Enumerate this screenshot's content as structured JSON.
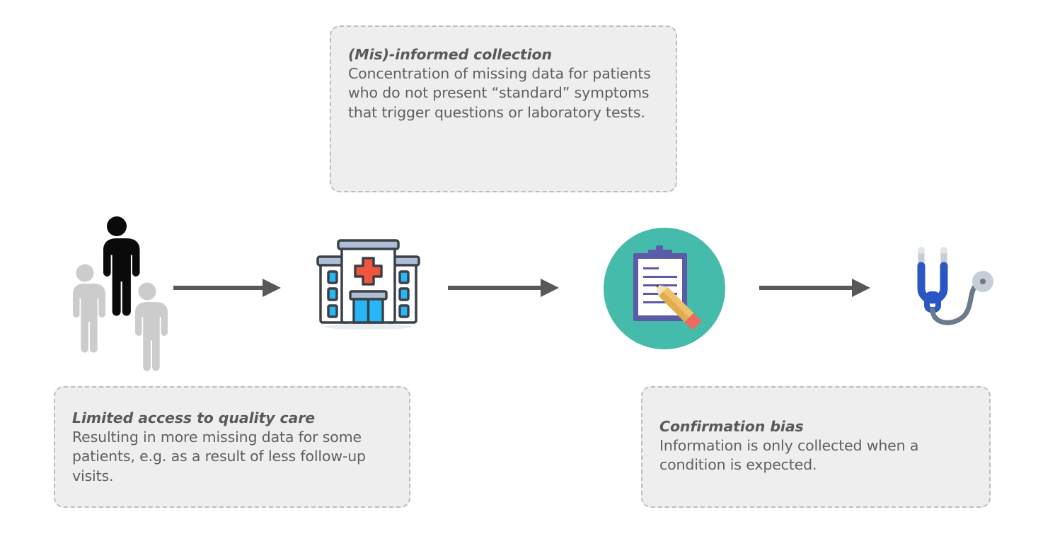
{
  "diagram": {
    "type": "process-flow",
    "description": "Healthcare data pipeline flow with bias annotations"
  },
  "callouts": [
    {
      "id": "misinformed-collection",
      "title": "(Mis)-informed collection",
      "body": "Concentration of missing data for patients who do not present “standard” symptoms that trigger questions or laboratory tests."
    },
    {
      "id": "limited-access",
      "title": "Limited access to quality care",
      "body": "Resulting in more missing data for some patients, e.g. as a result of less follow-up visits."
    },
    {
      "id": "confirmation-bias",
      "title": "Confirmation bias",
      "body": "Information is only collected when a condition is expected."
    }
  ],
  "flow": {
    "steps": [
      {
        "id": "patients",
        "icon": "people-icon"
      },
      {
        "id": "hospital",
        "icon": "hospital-icon"
      },
      {
        "id": "records",
        "icon": "clipboard-pencil-icon"
      },
      {
        "id": "diagnosis",
        "icon": "stethoscope-icon"
      }
    ],
    "connectors": [
      {
        "id": "arrow-1",
        "icon": "arrow-right-icon"
      },
      {
        "id": "arrow-2",
        "icon": "arrow-right-icon"
      },
      {
        "id": "arrow-3",
        "icon": "arrow-right-icon"
      }
    ]
  },
  "colors": {
    "box_fill": "#eeeeee",
    "box_border": "#bdbdbd",
    "text": "#5e5e5e",
    "arrow": "#595959",
    "person_highlight": "#0a0a0a",
    "person_muted": "#cccccc",
    "teal_circle": "#45bbac",
    "clipboard_purple": "#5b5ba8",
    "cross_red": "#f1563c",
    "window_blue": "#29b6f6",
    "stethoscope_blue": "#2b57c4",
    "stethoscope_gray": "#6b7a8c"
  }
}
